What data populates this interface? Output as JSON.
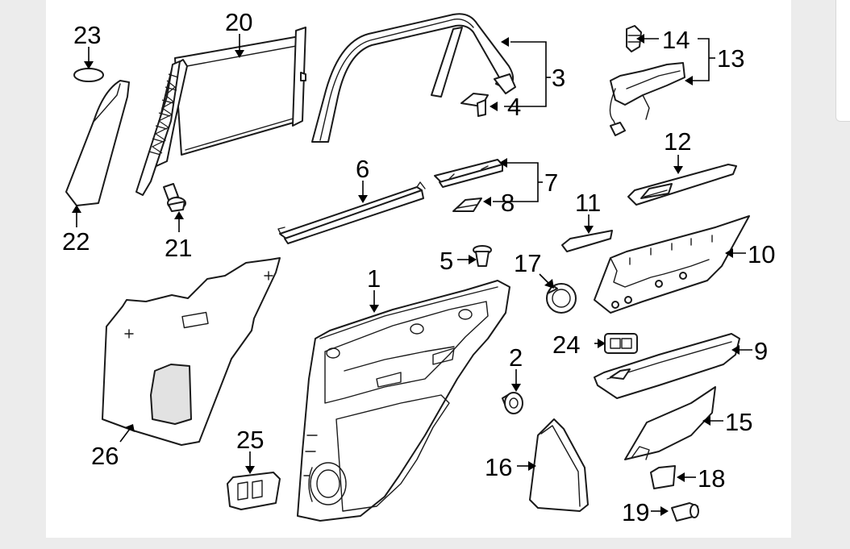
{
  "diagram": {
    "callouts": [
      {
        "id": "c1",
        "text": "1"
      },
      {
        "id": "c2",
        "text": "2"
      },
      {
        "id": "c3",
        "text": "3"
      },
      {
        "id": "c4",
        "text": "4"
      },
      {
        "id": "c5",
        "text": "5"
      },
      {
        "id": "c6",
        "text": "6"
      },
      {
        "id": "c7",
        "text": "7"
      },
      {
        "id": "c8",
        "text": "8"
      },
      {
        "id": "c9",
        "text": "9"
      },
      {
        "id": "c10",
        "text": "10"
      },
      {
        "id": "c11",
        "text": "11"
      },
      {
        "id": "c12",
        "text": "12"
      },
      {
        "id": "c13",
        "text": "13"
      },
      {
        "id": "c14",
        "text": "14"
      },
      {
        "id": "c15",
        "text": "15"
      },
      {
        "id": "c16",
        "text": "16"
      },
      {
        "id": "c17",
        "text": "17"
      },
      {
        "id": "c18",
        "text": "18"
      },
      {
        "id": "c19",
        "text": "19"
      },
      {
        "id": "c20",
        "text": "20"
      },
      {
        "id": "c21",
        "text": "21"
      },
      {
        "id": "c22",
        "text": "22"
      },
      {
        "id": "c23",
        "text": "23"
      },
      {
        "id": "c24",
        "text": "24"
      },
      {
        "id": "c25",
        "text": "25"
      },
      {
        "id": "c26",
        "text": "26"
      }
    ]
  },
  "colors": {
    "background": "#ececec",
    "panel": "#ffffff",
    "line": "#1a1a1a",
    "shade": "#e2e2e2"
  }
}
